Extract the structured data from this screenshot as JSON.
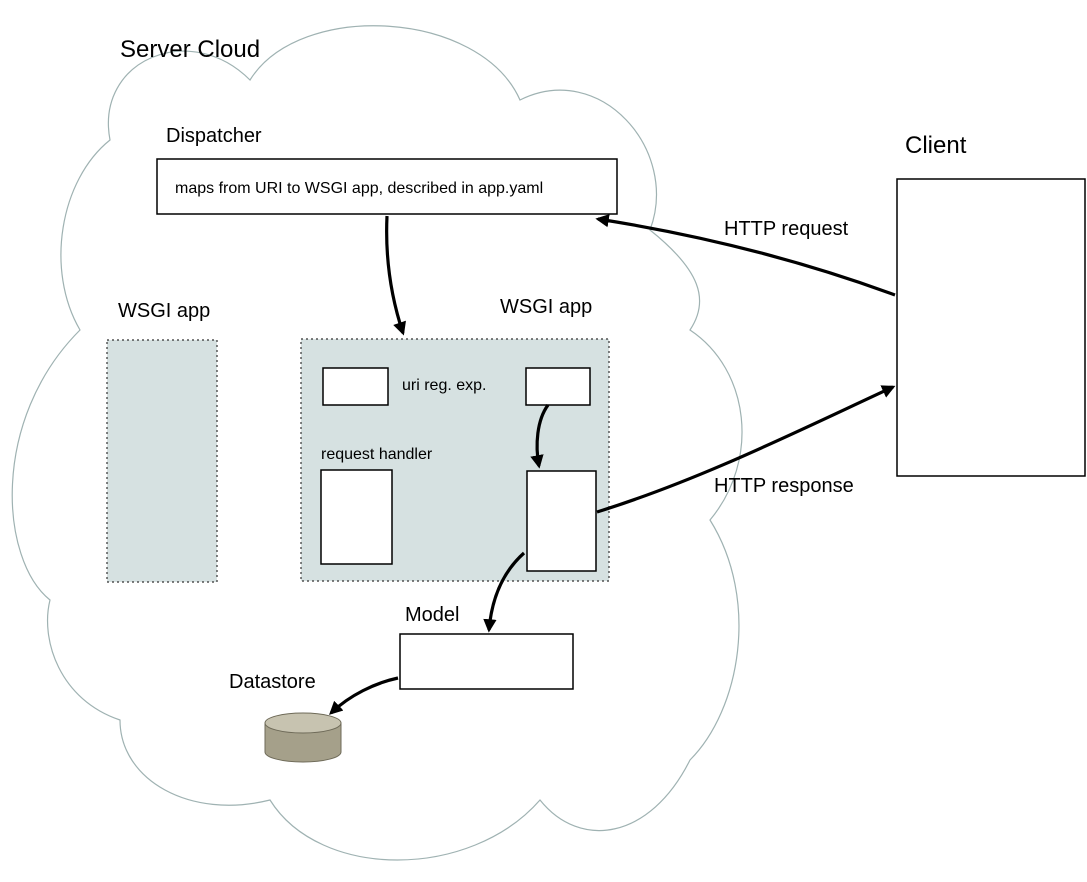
{
  "cloud": {
    "label": "Server Cloud"
  },
  "dispatcher": {
    "label": "Dispatcher",
    "description": "maps from URI to WSGI app, described in app.yaml"
  },
  "wsgi_app_left": {
    "label": "WSGI app"
  },
  "wsgi_app_main": {
    "label": "WSGI app",
    "uri_label": "uri reg. exp.",
    "handler_label": "request handler"
  },
  "model": {
    "label": "Model"
  },
  "datastore": {
    "label": "Datastore"
  },
  "client": {
    "label": "Client"
  },
  "connections": {
    "request": "HTTP request",
    "response": "HTTP response"
  },
  "colors": {
    "app_panel_fill": "#d6e1e1",
    "cloud_outline": "#9fb2b2",
    "datastore_body": "#a5a08a",
    "datastore_top": "#c7c3b0"
  }
}
